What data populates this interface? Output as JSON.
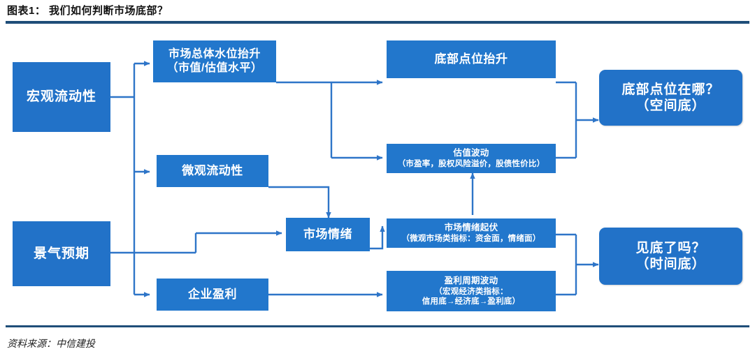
{
  "header": {
    "title": "图表1： 我们如何判断市场底部？"
  },
  "footer": {
    "source": "资料来源：中信建投"
  },
  "theme": {
    "box_fill": "#2277cc",
    "box_fill_alt": "#2272c8",
    "connector": "#2e75c8",
    "rule": "#1f4e79",
    "text_on_box": "#ffffff",
    "title_text": "#111111",
    "page_bg": "#ffffff"
  },
  "diagram": {
    "type": "flowchart",
    "nodes": [
      {
        "id": "macro-liquidity",
        "lines": [
          "宏观流动性"
        ],
        "column": "inputs"
      },
      {
        "id": "prosperity-expectation",
        "lines": [
          "景气预期"
        ],
        "column": "inputs"
      },
      {
        "id": "overall-water-level",
        "lines": [
          "市场总体水位抬升",
          "（市值/估值水平）"
        ],
        "column": "drivers"
      },
      {
        "id": "micro-liquidity",
        "lines": [
          "微观流动性"
        ],
        "column": "drivers"
      },
      {
        "id": "market-sentiment",
        "lines": [
          "市场情绪"
        ],
        "column": "drivers"
      },
      {
        "id": "corporate-earnings",
        "lines": [
          "企业盈利"
        ],
        "column": "drivers"
      },
      {
        "id": "bottom-level-rise",
        "lines": [
          "底部点位抬升"
        ],
        "column": "indicators"
      },
      {
        "id": "valuation-fluctuation",
        "lines": [
          "估值波动",
          "（市盈率，股权风险溢价，股债性价比）"
        ],
        "column": "indicators"
      },
      {
        "id": "sentiment-swings",
        "lines": [
          "市场情绪起伏",
          "（微观市场类指标：资金面，情绪面）"
        ],
        "column": "indicators"
      },
      {
        "id": "earnings-cycle",
        "lines": [
          "盈利周期波动",
          "（宏观经济类指标：",
          "信用底→经济底→盈利底）"
        ],
        "column": "indicators"
      },
      {
        "id": "where-is-bottom",
        "lines": [
          "底部点位在哪？",
          "（空间底）"
        ],
        "column": "outcomes"
      },
      {
        "id": "has-it-bottomed",
        "lines": [
          "见底了吗？",
          "（时间底）"
        ],
        "column": "outcomes"
      }
    ],
    "edges": [
      {
        "from": "macro-liquidity",
        "to": "overall-water-level"
      },
      {
        "from": "macro-liquidity",
        "to": "micro-liquidity"
      },
      {
        "from": "macro-liquidity",
        "to": "corporate-earnings"
      },
      {
        "from": "prosperity-expectation",
        "to": "market-sentiment"
      },
      {
        "from": "prosperity-expectation",
        "to": "corporate-earnings"
      },
      {
        "from": "overall-water-level",
        "to": "bottom-level-rise"
      },
      {
        "from": "overall-water-level",
        "to": "valuation-fluctuation"
      },
      {
        "from": "micro-liquidity",
        "to": "market-sentiment"
      },
      {
        "from": "market-sentiment",
        "to": "sentiment-swings"
      },
      {
        "from": "sentiment-swings",
        "to": "valuation-fluctuation"
      },
      {
        "from": "corporate-earnings",
        "to": "earnings-cycle"
      },
      {
        "from": "bottom-level-rise",
        "to": "where-is-bottom"
      },
      {
        "from": "valuation-fluctuation",
        "to": "where-is-bottom"
      },
      {
        "from": "sentiment-swings",
        "to": "has-it-bottomed"
      },
      {
        "from": "earnings-cycle",
        "to": "has-it-bottomed"
      }
    ]
  }
}
